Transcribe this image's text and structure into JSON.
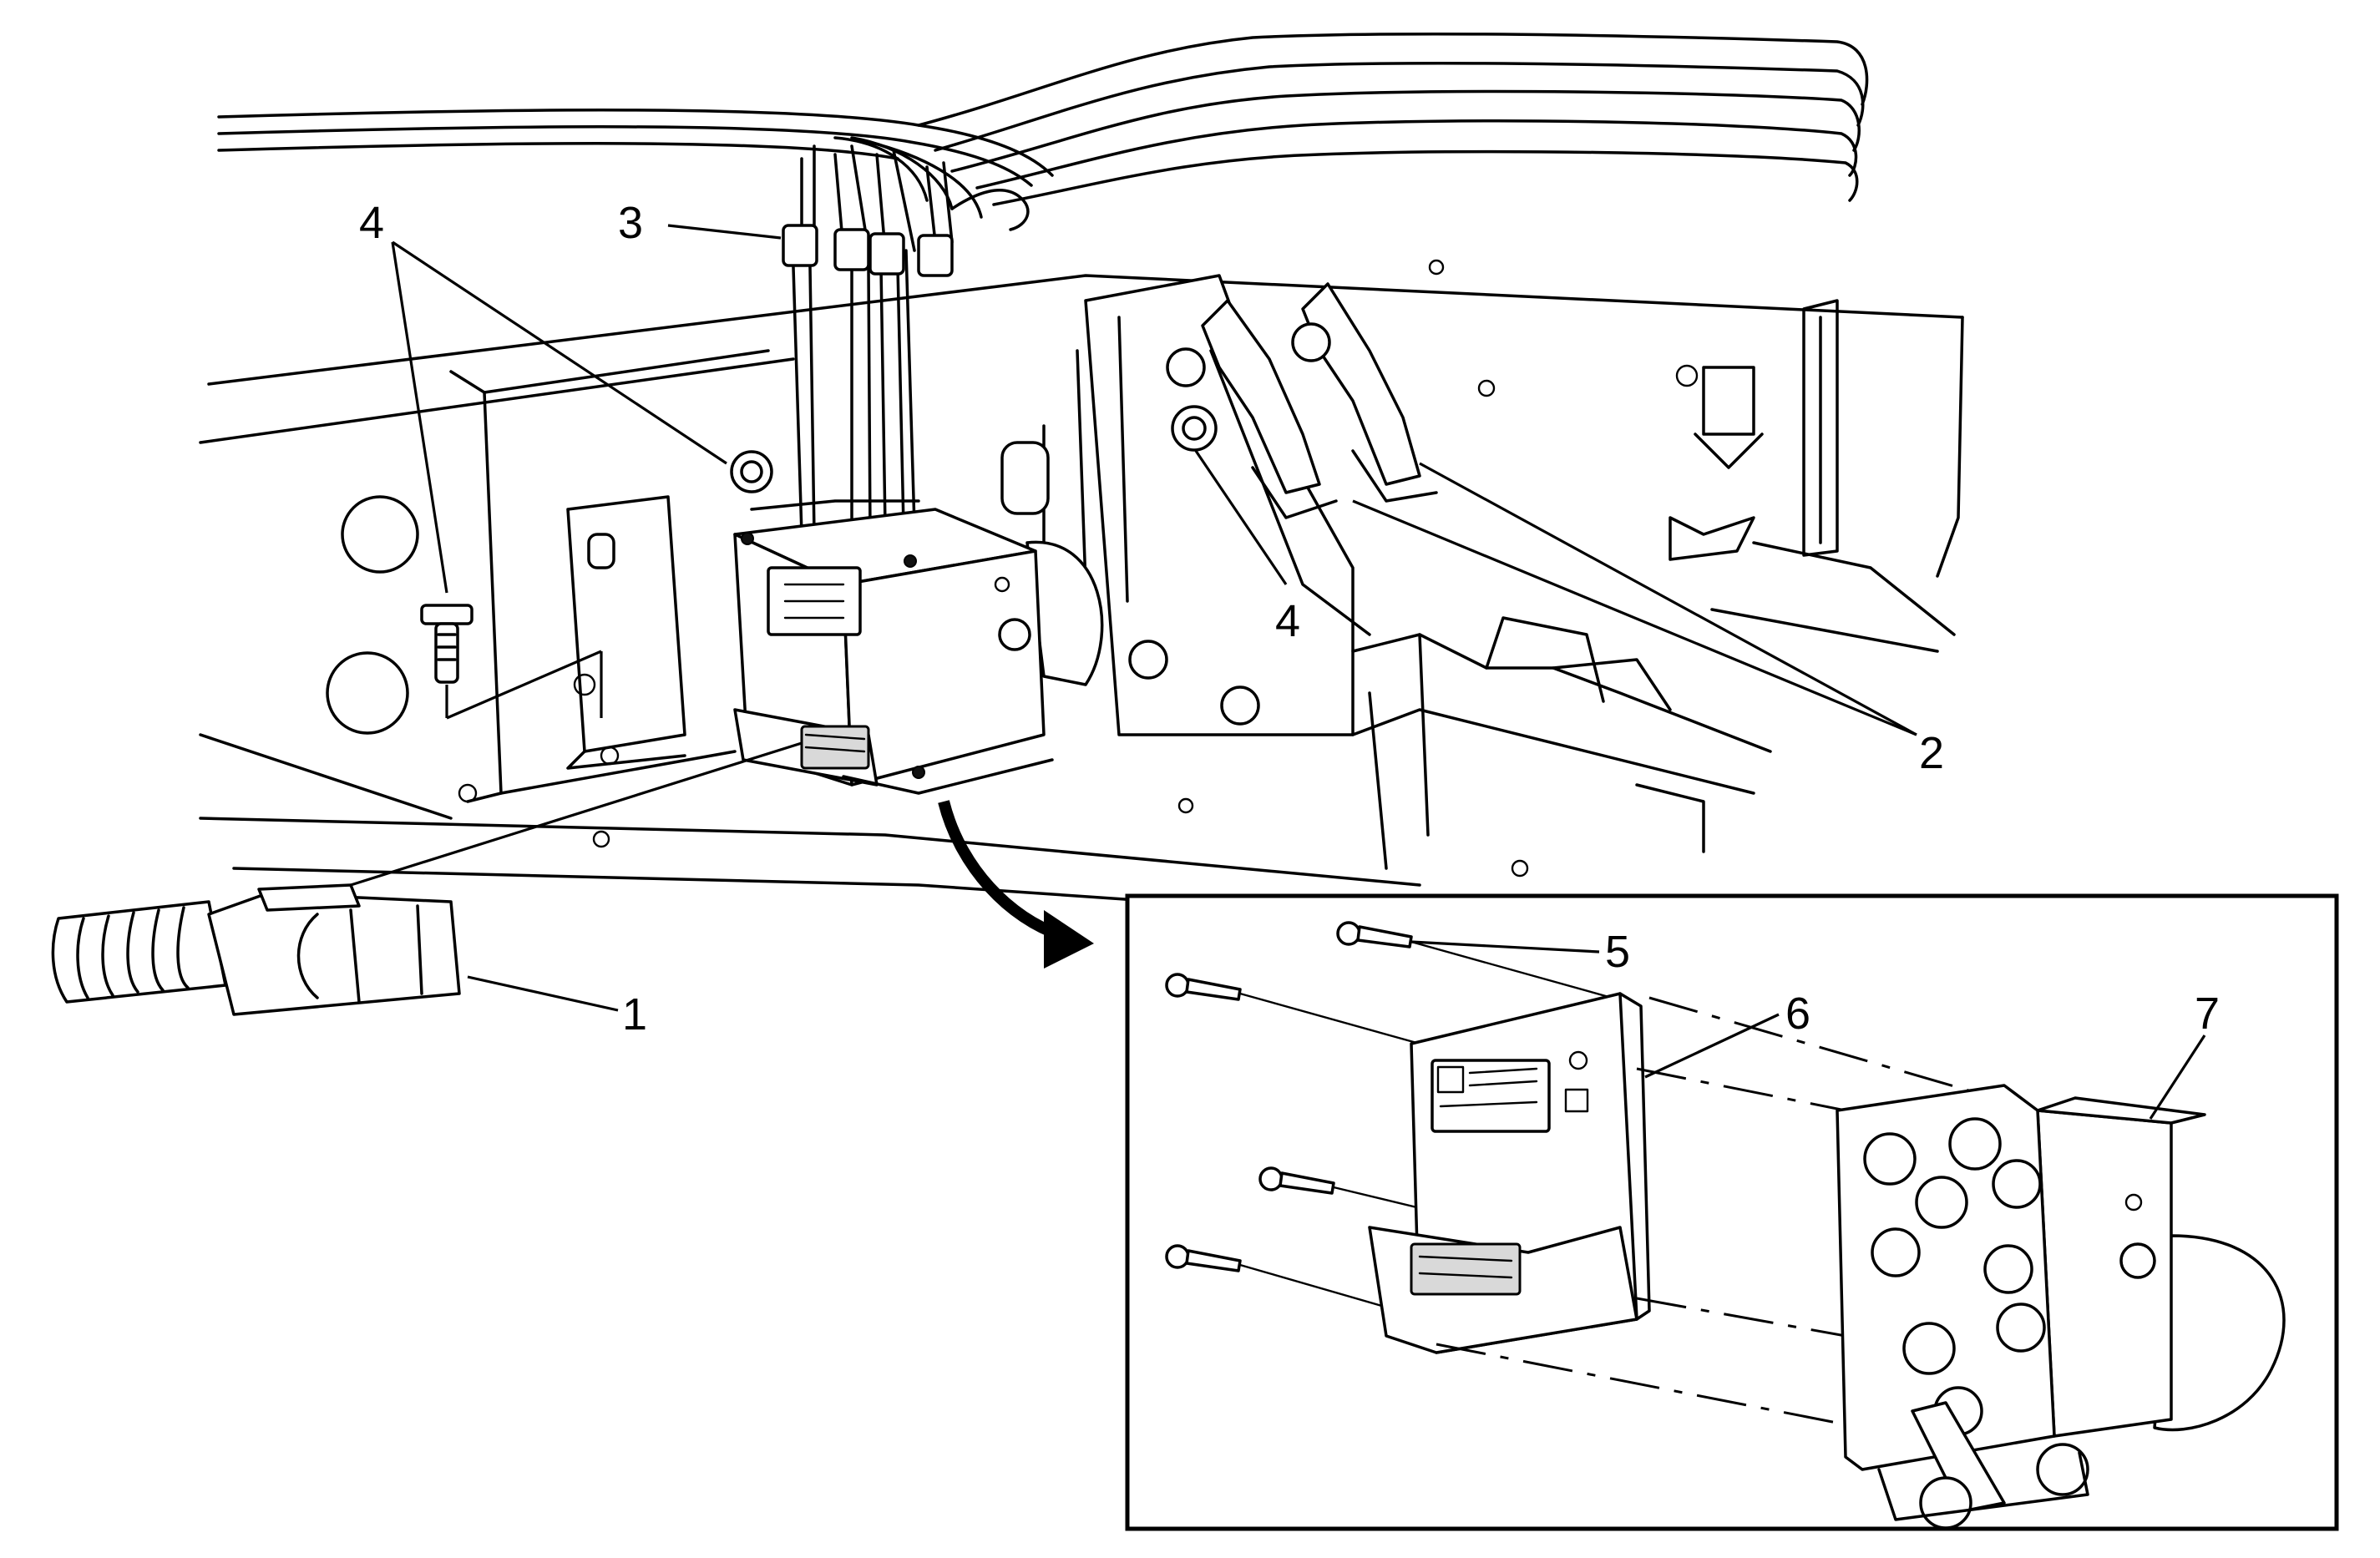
{
  "callouts": {
    "c1": "1",
    "c2": "2",
    "c3": "3",
    "c4a": "4",
    "c4b": "4",
    "c5": "5",
    "c6": "6",
    "c7": "7"
  },
  "colors": {
    "line": "#000000",
    "background": "#ffffff",
    "shade": "#d9d9d9"
  },
  "icons": {
    "arrow": "curved-arrow-icon"
  }
}
